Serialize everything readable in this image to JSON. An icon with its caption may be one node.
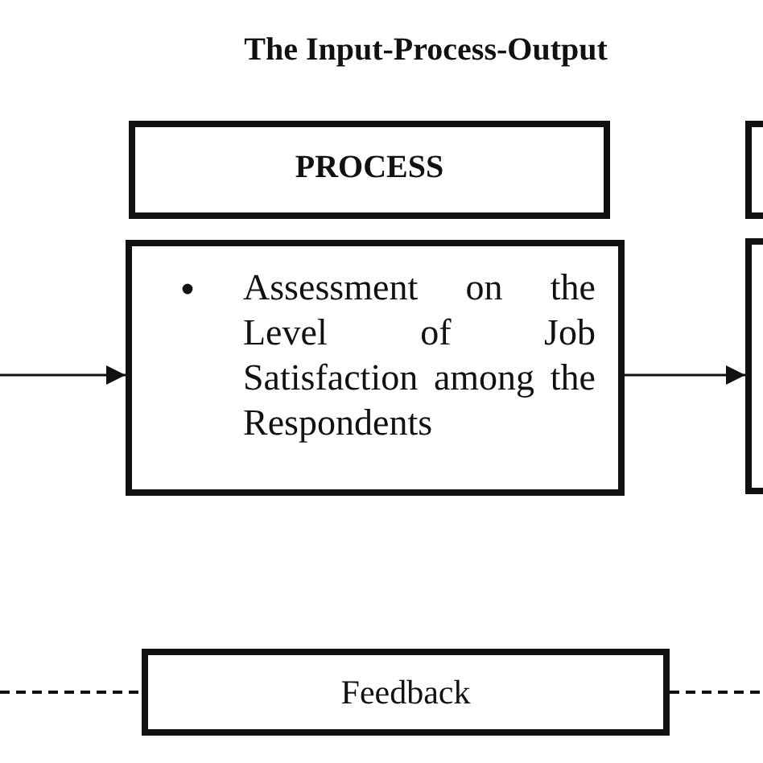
{
  "diagram": {
    "title": "The Input-Process-Output",
    "nodes": [
      {
        "text": [
          "PROCESS"
        ]
      },
      {
        "text": [
          "Assessment on the Level of Job Satisfaction among the Respondents"
        ]
      },
      {
        "text": [],
        "shape": "box"
      },
      {
        "text": [],
        "shape": "box"
      },
      {
        "text": [
          "Feedback"
        ]
      }
    ],
    "edges": [
      {
        "from": null,
        "to": 1,
        "arrow": "to"
      },
      {
        "from": 1,
        "to": 3,
        "arrow": "to"
      },
      {
        "from": null,
        "to": 4,
        "arrow": "none",
        "style": "dashed"
      },
      {
        "from": 4,
        "to": null,
        "arrow": "none",
        "style": "dashed"
      }
    ]
  }
}
